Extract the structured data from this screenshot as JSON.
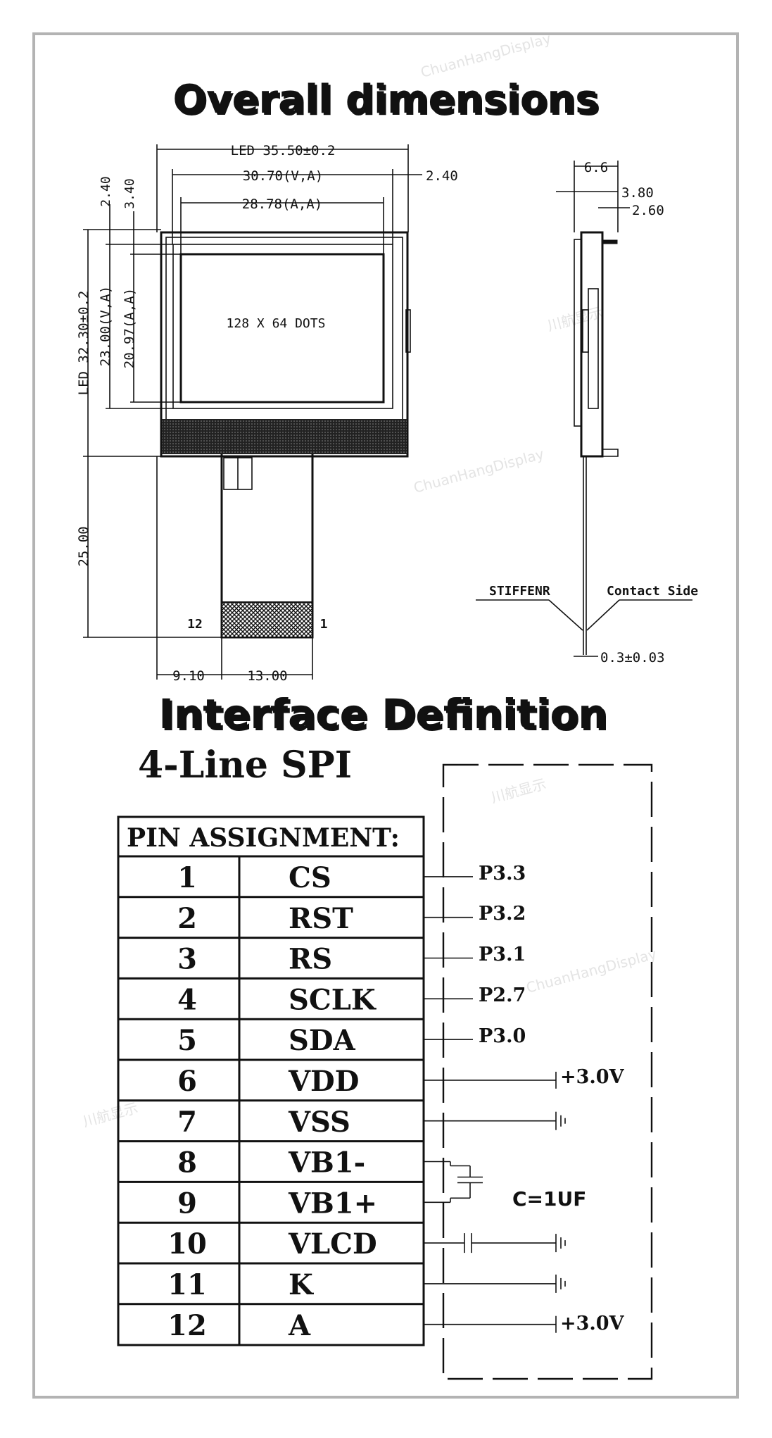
{
  "titles": {
    "overall": "Overall dimensions",
    "interface": "Interface Definition",
    "mode": "4-Line SPI"
  },
  "dimensions": {
    "led_width": "LED 35.50±0.2",
    "va_width": "30.70(V,A)",
    "aa_width": "28.78(A,A)",
    "right_margin": "2.40",
    "left_margin_1": "2.40",
    "left_margin_2": "3.40",
    "led_height": "LED 32.30±0.2",
    "va_height": "23.00(V,A)",
    "aa_height": "20.97(A,A)",
    "tail_length": "25.00",
    "offset": "9.10",
    "tail_width": "13.00",
    "pin_left": "12",
    "pin_right": "1",
    "dots": "128 X 64 DOTS",
    "thickness": "6.6",
    "side_1": "3.80",
    "side_2": "2.60",
    "stiffener": "STIFFENR",
    "contact_side": "Contact Side",
    "fpc_thickness": "0.3±0.03"
  },
  "pin_table": {
    "header": "PIN ASSIGNMENT:",
    "rows": [
      {
        "num": "1",
        "name": "CS"
      },
      {
        "num": "2",
        "name": "RST"
      },
      {
        "num": "3",
        "name": "RS"
      },
      {
        "num": "4",
        "name": "SCLK"
      },
      {
        "num": "5",
        "name": "SDA"
      },
      {
        "num": "6",
        "name": "VDD"
      },
      {
        "num": "7",
        "name": "VSS"
      },
      {
        "num": "8",
        "name": "VB1-"
      },
      {
        "num": "9",
        "name": "VB1+"
      },
      {
        "num": "10",
        "name": "VLCD"
      },
      {
        "num": "11",
        "name": "K"
      },
      {
        "num": "12",
        "name": "A"
      }
    ]
  },
  "connections": {
    "p33": "P3.3",
    "p32": "P3.2",
    "p31": "P3.1",
    "p27": "P2.7",
    "p30": "P3.0",
    "vdd_supply": "+3.0V",
    "capacitor": "C=1UF",
    "a_supply": "+3.0V"
  },
  "watermark": {
    "cn": "川航显示",
    "en": "ChuanHangDisplay"
  }
}
